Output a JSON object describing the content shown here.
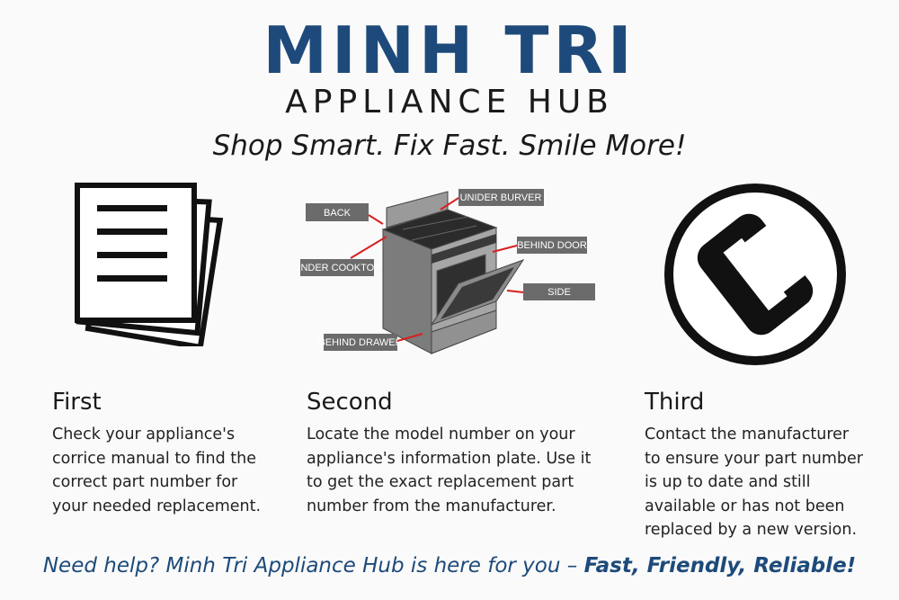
{
  "header": {
    "title": "MINH TRI",
    "subtitle": "APPLIANCE HUB",
    "tagline": "Shop Smart. Fix Fast. Smile More!"
  },
  "diagram_labels": {
    "back": "BACK",
    "under_burner": "UNIDER BURVER",
    "behind_door": "BEHIND DOOR",
    "under_cooktop": "UNDER COOKTOP",
    "side": "SIDE",
    "behind_drawer": "BEHIND DRAWER"
  },
  "icons": {
    "docs": "documents-icon",
    "stove": "stove-icon",
    "phone": "phone-icon"
  },
  "steps": [
    {
      "heading": "First",
      "text": "Check your appliance's corrice manual to find the correct part number for your needed replacement."
    },
    {
      "heading": "Second",
      "text": "Locate the model number on your appliance's information plate. Use it to get the exact replacement part number from the manufacturer."
    },
    {
      "heading": "Third",
      "text": "Contact the manufacturer to ensure your part number is up to date and still available or has not been replaced by a new version."
    }
  ],
  "footer": {
    "lead": "Need help? ",
    "brand": "Minh Tri Appliance Hub",
    "middle": " is here for you – ",
    "emphasis": "Fast, Friendly, Reliable!"
  },
  "colors": {
    "brand_blue": "#1d4a7a",
    "arrow_red": "#d62020",
    "label_gray": "#6b6b6b"
  }
}
